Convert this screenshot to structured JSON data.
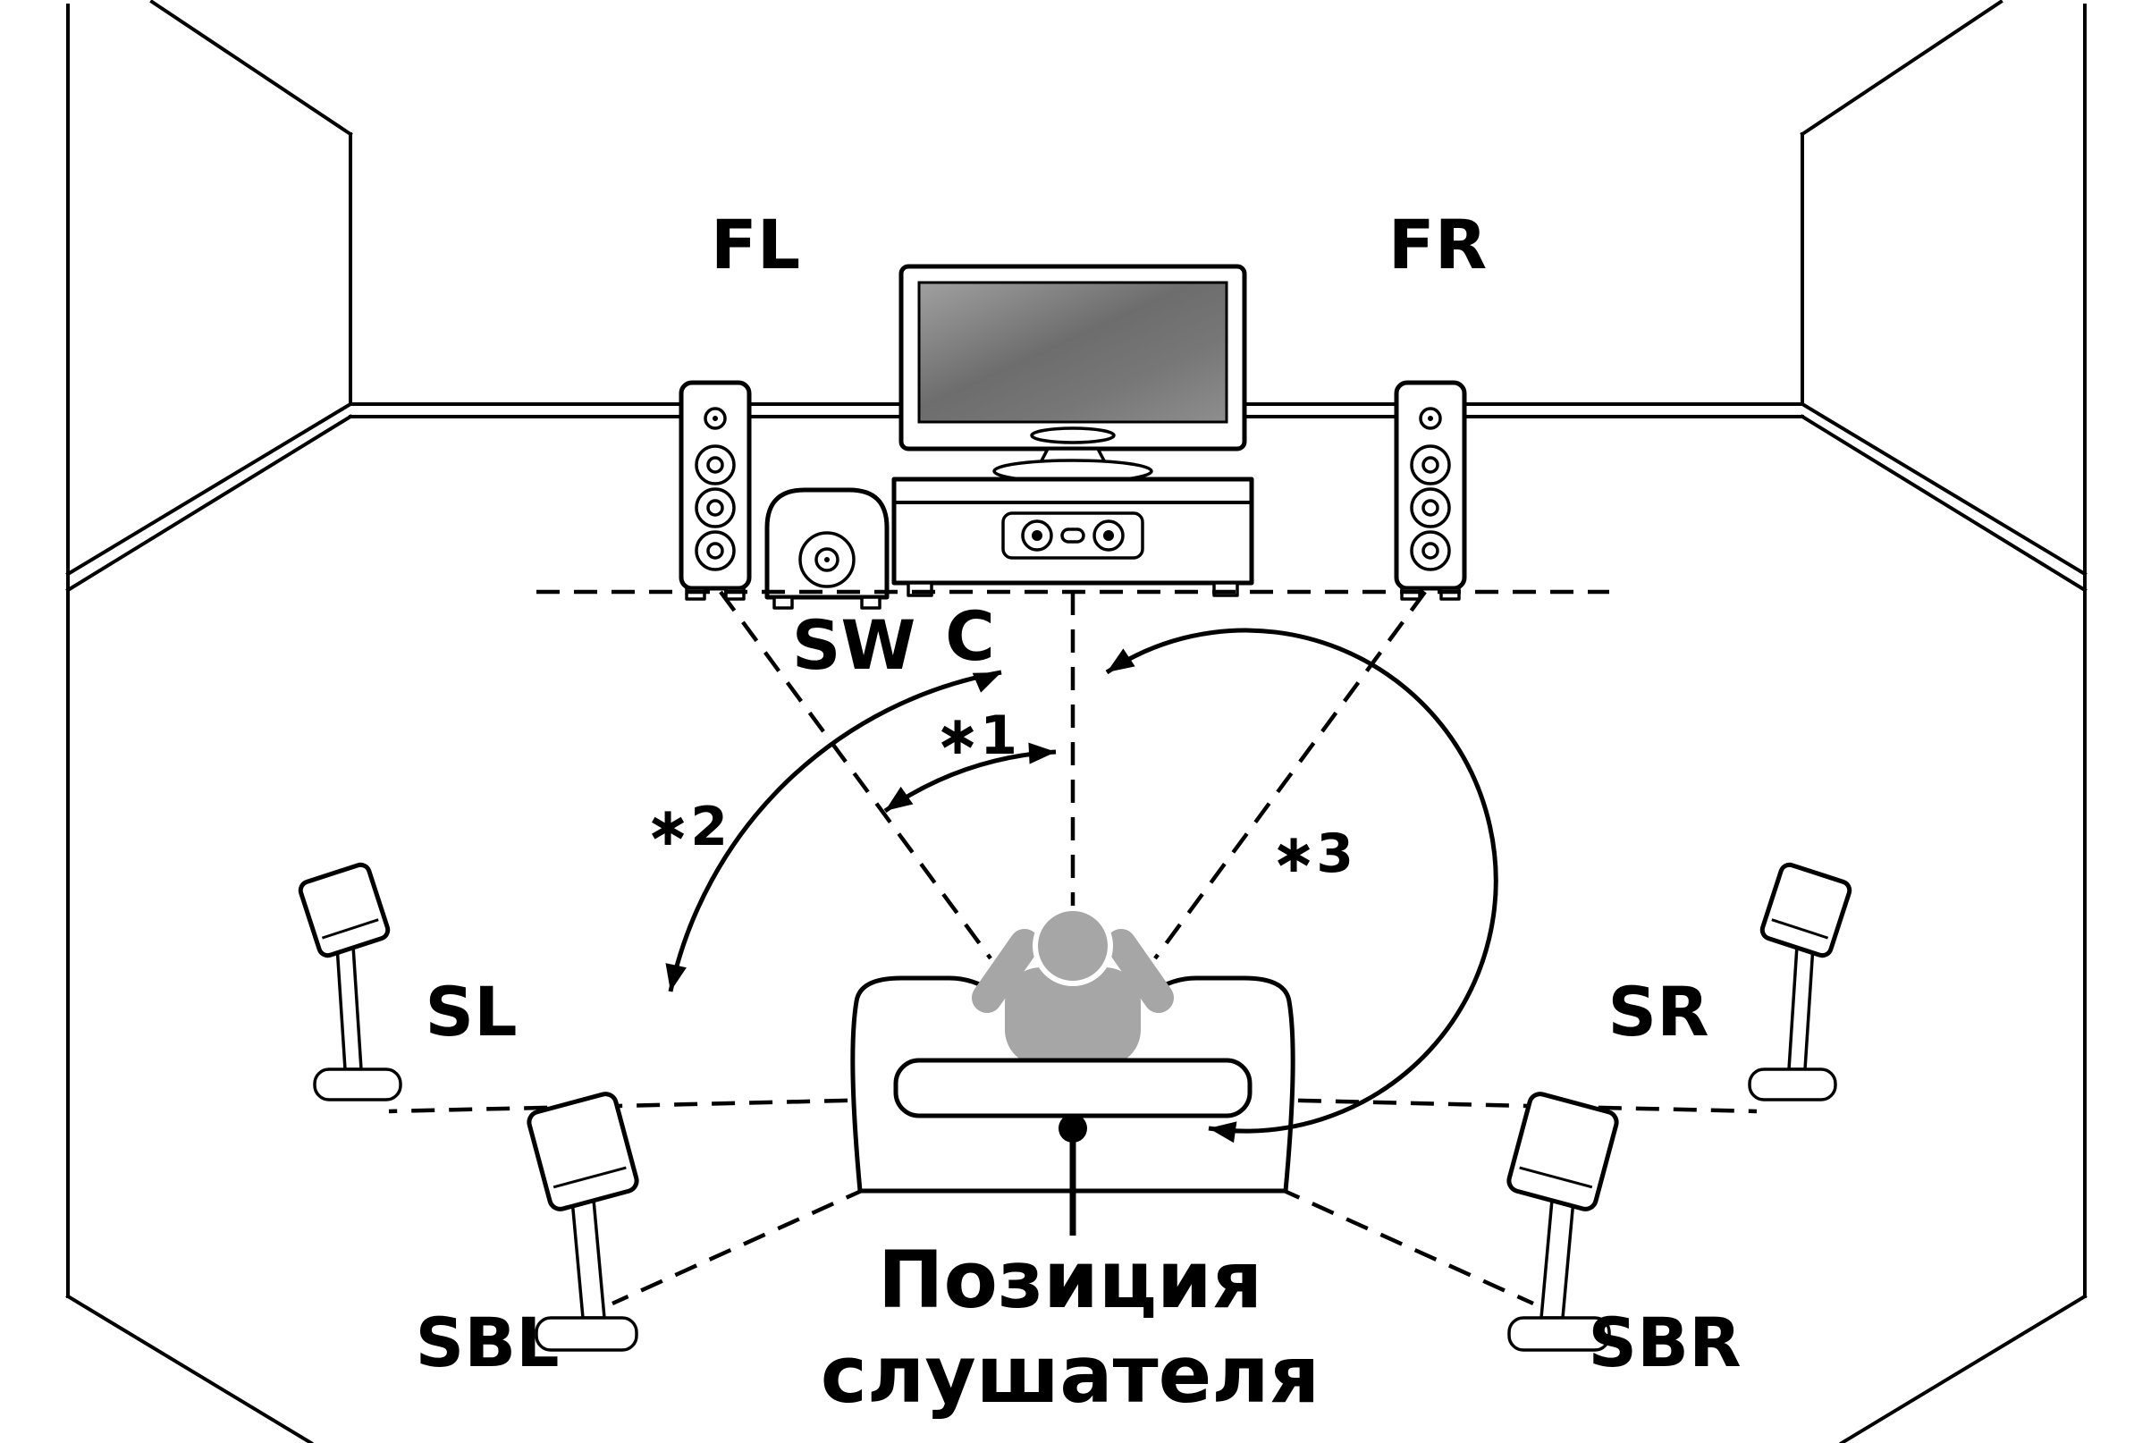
{
  "diagram": {
    "labels": {
      "front_left": "FL",
      "front_right": "FR",
      "center": "C",
      "subwoofer": "SW",
      "surround_left": "SL",
      "surround_right": "SR",
      "surround_back_left": "SBL",
      "surround_back_right": "SBR",
      "angle_1": "∗1",
      "angle_2": "∗2",
      "angle_3": "∗3",
      "listener_line1": "Позиция",
      "listener_line2": "слушателя"
    },
    "colors": {
      "line": "#000000",
      "person_fill": "#a6a6a6",
      "screen_light": "#a0a0a0",
      "screen_dark": "#6d6d6d",
      "background": "#ffffff"
    }
  }
}
